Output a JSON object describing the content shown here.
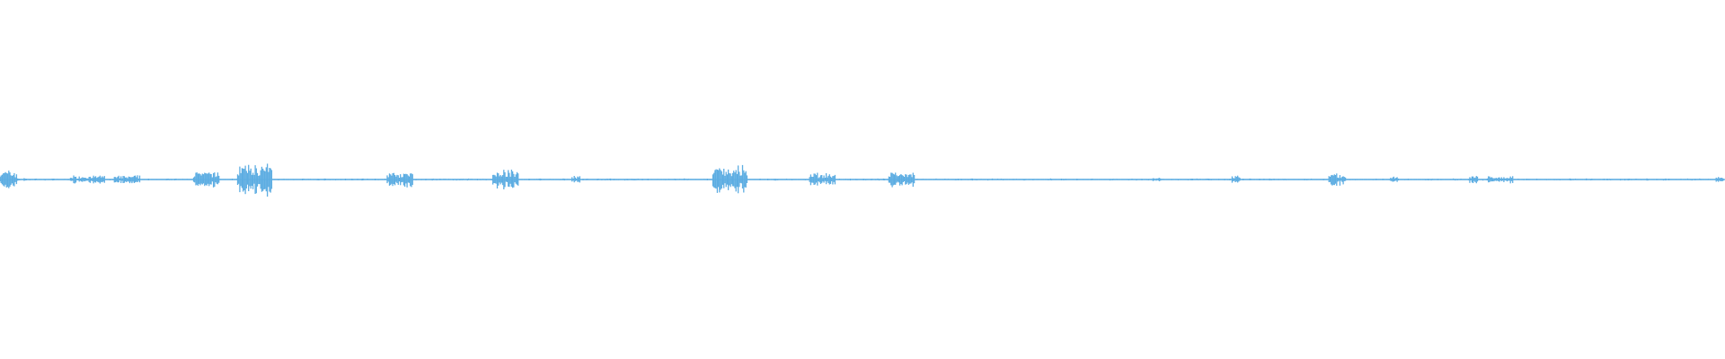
{
  "chart_data": {
    "type": "area",
    "title": "",
    "xlabel": "",
    "ylabel": "",
    "grid": false,
    "legend": "none",
    "ylim": [
      -1,
      1
    ],
    "series": [
      {
        "color": "#5dade2",
        "envelope": [
          0.06,
          0.06,
          0.01,
          0.006,
          0.006,
          0.006,
          0.006,
          0.006,
          0.025,
          0.025,
          0.025,
          0.025,
          0.006,
          0.025,
          0.025,
          0.025,
          0.006,
          0.006,
          0.006,
          0.006,
          0.006,
          0.006,
          0.05,
          0.05,
          0.05,
          0.006,
          0.006,
          0.1,
          0.1,
          0.1,
          0.1,
          0.006,
          0.006,
          0.006,
          0.006,
          0.006,
          0.006,
          0.006,
          0.006,
          0.006,
          0.006,
          0.006,
          0.006,
          0.006,
          0.05,
          0.05,
          0.05,
          0.006,
          0.006,
          0.006,
          0.006,
          0.006,
          0.006,
          0.006,
          0.006,
          0.006,
          0.06,
          0.06,
          0.06,
          0.006,
          0.006,
          0.006,
          0.006,
          0.006,
          0.006,
          0.025,
          0.006,
          0.006,
          0.006,
          0.006,
          0.006,
          0.006,
          0.006,
          0.006,
          0.006,
          0.006,
          0.006,
          0.006,
          0.006,
          0.006,
          0.006,
          0.085,
          0.085,
          0.085,
          0.085,
          0.006,
          0.006,
          0.006,
          0.006,
          0.006,
          0.006,
          0.006,
          0.043,
          0.043,
          0.043,
          0.006,
          0.006,
          0.006,
          0.006,
          0.006,
          0.006,
          0.055,
          0.055,
          0.055,
          0.006,
          0.006,
          0.006,
          0.006,
          0.006,
          0.006,
          0.006,
          0.006,
          0.006,
          0.006,
          0.006,
          0.006,
          0.006,
          0.006,
          0.006,
          0.006,
          0.006,
          0.006,
          0.006,
          0.006,
          0.006,
          0.006,
          0.006,
          0.006,
          0.006,
          0.006,
          0.006,
          0.012,
          0.006,
          0.006,
          0.006,
          0.006,
          0.006,
          0.006,
          0.006,
          0.006,
          0.025,
          0.006,
          0.006,
          0.006,
          0.006,
          0.006,
          0.006,
          0.006,
          0.006,
          0.006,
          0.006,
          0.037,
          0.037,
          0.006,
          0.006,
          0.006,
          0.006,
          0.006,
          0.018,
          0.006,
          0.006,
          0.006,
          0.006,
          0.006,
          0.006,
          0.006,
          0.006,
          0.03,
          0.006,
          0.025,
          0.025,
          0.025,
          0.006,
          0.006,
          0.006,
          0.006,
          0.006,
          0.006,
          0.006,
          0.006,
          0.006,
          0.006,
          0.006,
          0.006,
          0.006,
          0.006,
          0.006,
          0.006,
          0.006,
          0.006,
          0.006,
          0.006,
          0.006,
          0.006,
          0.006,
          0.018
        ]
      }
    ]
  }
}
